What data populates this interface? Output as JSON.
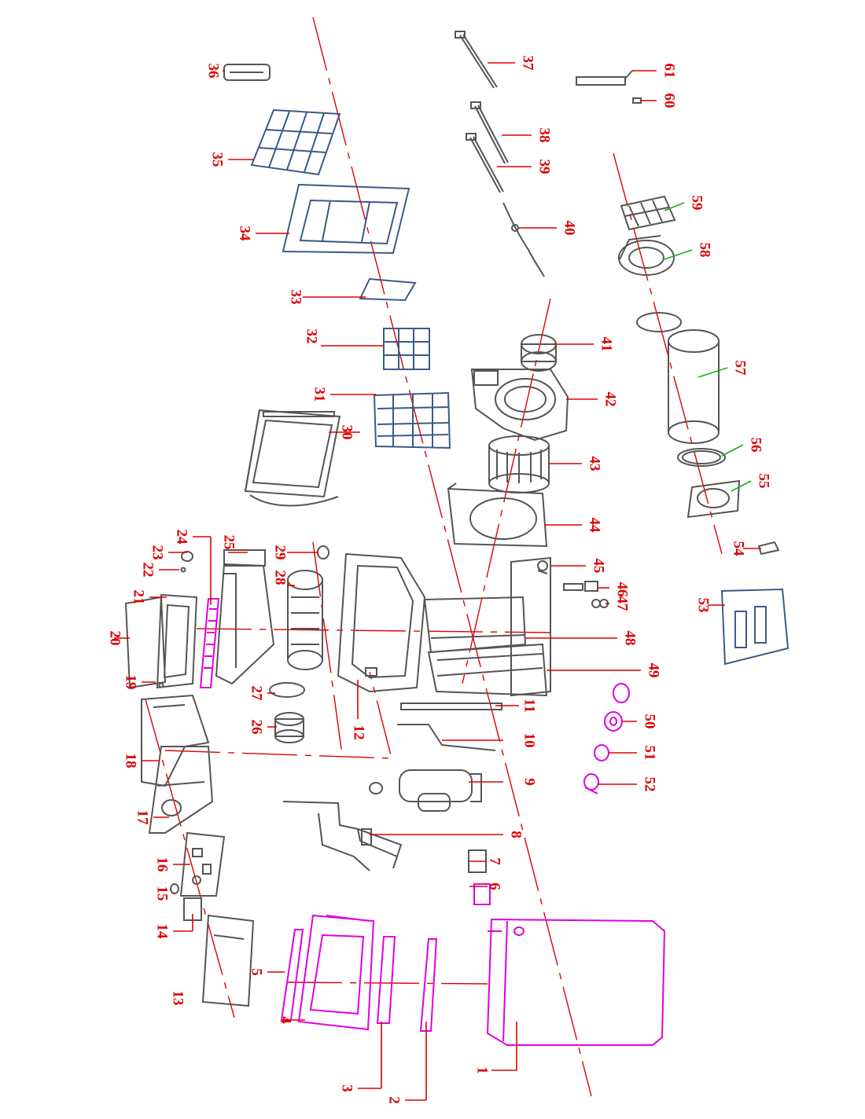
{
  "diagram": {
    "colors": {
      "label": "#e00000",
      "grey_part": "#555555",
      "blue_part": "#3c5a86",
      "magenta_part": "#e000e0",
      "green_leader": "#19b019"
    },
    "labels": [
      {
        "id": "1",
        "text": "1"
      },
      {
        "id": "2",
        "text": "2"
      },
      {
        "id": "3",
        "text": "3"
      },
      {
        "id": "4",
        "text": "4"
      },
      {
        "id": "5",
        "text": "5"
      },
      {
        "id": "6",
        "text": "6"
      },
      {
        "id": "7",
        "text": "7"
      },
      {
        "id": "8",
        "text": "8"
      },
      {
        "id": "9",
        "text": "9"
      },
      {
        "id": "10",
        "text": "10"
      },
      {
        "id": "11",
        "text": "11"
      },
      {
        "id": "12",
        "text": "12"
      },
      {
        "id": "13",
        "text": "13"
      },
      {
        "id": "14",
        "text": "14"
      },
      {
        "id": "15",
        "text": "15"
      },
      {
        "id": "16",
        "text": "16"
      },
      {
        "id": "17",
        "text": "17"
      },
      {
        "id": "18",
        "text": "18"
      },
      {
        "id": "19",
        "text": "19"
      },
      {
        "id": "20",
        "text": "20"
      },
      {
        "id": "21",
        "text": "21"
      },
      {
        "id": "22",
        "text": "22"
      },
      {
        "id": "23",
        "text": "23"
      },
      {
        "id": "24",
        "text": "24"
      },
      {
        "id": "25",
        "text": "25"
      },
      {
        "id": "26",
        "text": "26"
      },
      {
        "id": "27",
        "text": "27"
      },
      {
        "id": "28",
        "text": "28"
      },
      {
        "id": "29",
        "text": "29"
      },
      {
        "id": "30",
        "text": "30"
      },
      {
        "id": "31",
        "text": "31"
      },
      {
        "id": "32",
        "text": "32"
      },
      {
        "id": "33",
        "text": "33"
      },
      {
        "id": "34",
        "text": "34"
      },
      {
        "id": "35",
        "text": "35"
      },
      {
        "id": "36",
        "text": "36"
      },
      {
        "id": "37",
        "text": "37"
      },
      {
        "id": "38",
        "text": "38"
      },
      {
        "id": "39",
        "text": "39"
      },
      {
        "id": "40",
        "text": "40"
      },
      {
        "id": "41",
        "text": "41"
      },
      {
        "id": "42",
        "text": "42"
      },
      {
        "id": "43",
        "text": "43"
      },
      {
        "id": "44",
        "text": "44"
      },
      {
        "id": "45",
        "text": "45"
      },
      {
        "id": "46",
        "text": "46"
      },
      {
        "id": "47",
        "text": "47"
      },
      {
        "id": "48",
        "text": "48"
      },
      {
        "id": "49",
        "text": "49"
      },
      {
        "id": "50",
        "text": "50"
      },
      {
        "id": "51",
        "text": "51"
      },
      {
        "id": "52",
        "text": "52"
      },
      {
        "id": "53",
        "text": "53"
      },
      {
        "id": "54",
        "text": "54"
      },
      {
        "id": "55",
        "text": "55"
      },
      {
        "id": "56",
        "text": "56"
      },
      {
        "id": "57",
        "text": "57"
      },
      {
        "id": "58",
        "text": "58"
      },
      {
        "id": "59",
        "text": "59"
      },
      {
        "id": "60",
        "text": "60"
      },
      {
        "id": "61",
        "text": "61"
      }
    ]
  }
}
